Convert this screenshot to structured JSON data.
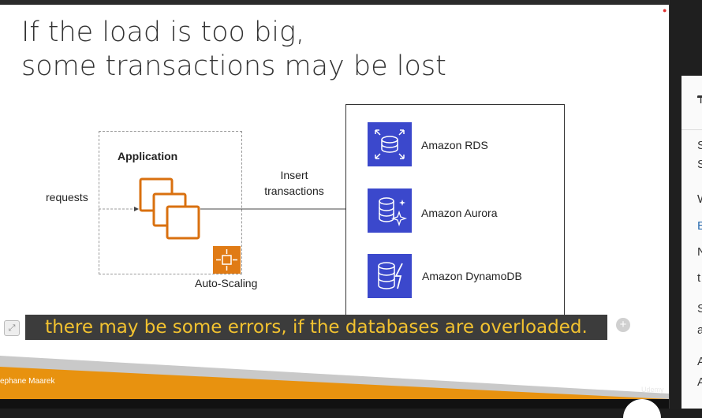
{
  "slide": {
    "title_line1": "If the load is too big,",
    "title_line2": "some transactions may be lost",
    "application_label": "Application",
    "requests_label": "requests",
    "insert_line1": "Insert",
    "insert_line2": "transactions",
    "autoscaling_label": "Auto-Scaling",
    "databases": [
      {
        "label": "Amazon RDS",
        "icon": "rds-icon"
      },
      {
        "label": "Amazon Aurora",
        "icon": "aurora-icon"
      },
      {
        "label": "Amazon DynamoDB",
        "icon": "dynamodb-icon"
      }
    ],
    "author": "ephane Maarek",
    "watermark": "Udemy"
  },
  "caption": {
    "text": "there may be some errors, if the databases are overloaded."
  },
  "sidebar": {
    "chars": [
      "T",
      "S",
      "S",
      "W",
      "E",
      "N",
      "t",
      "S",
      "a",
      "A",
      "A"
    ]
  },
  "colors": {
    "accent_orange": "#e8920f",
    "aws_orange": "#e07b15",
    "db_blue": "#3b48cc",
    "caption_text": "#f2c230"
  }
}
